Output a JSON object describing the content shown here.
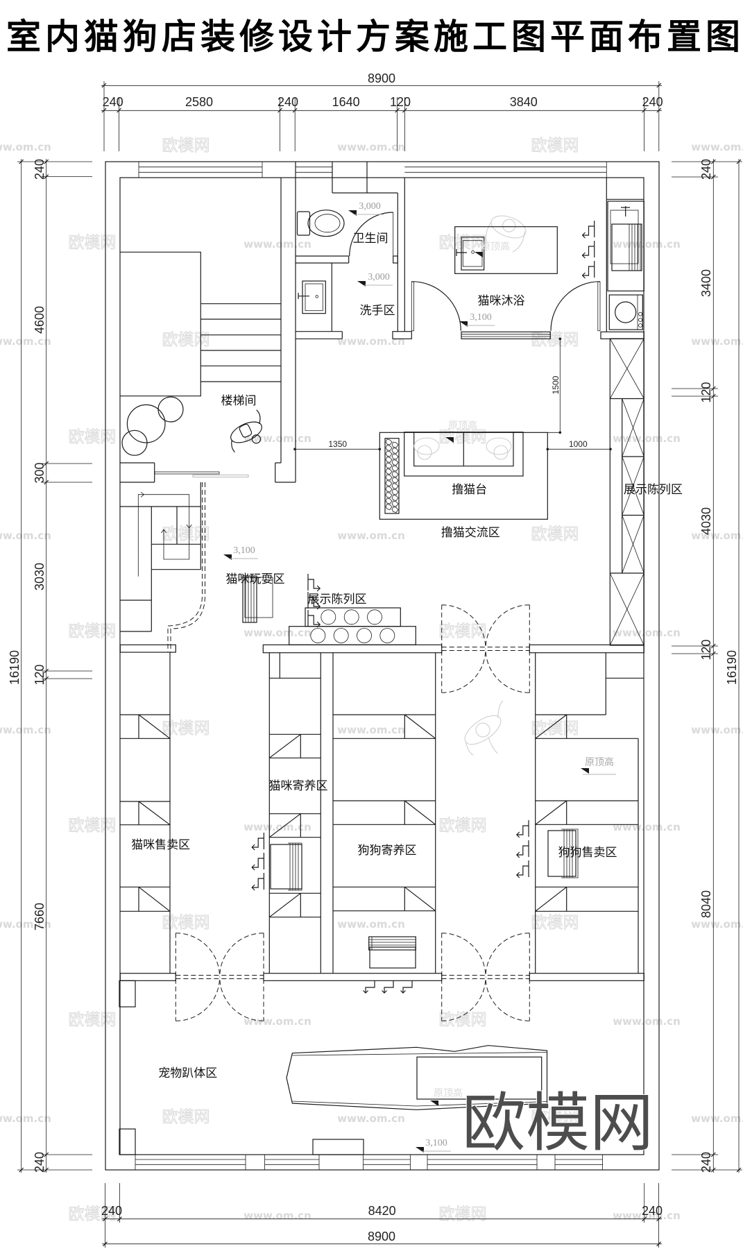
{
  "title": "室内猫狗店装修设计方案施工图平面布置图",
  "dimensions": {
    "top": {
      "overall": "8900",
      "segments": [
        "240",
        "2580",
        "240",
        "1640",
        "120",
        "3840",
        "240"
      ]
    },
    "bottom": {
      "overall": "8900",
      "segments": [
        "240",
        "8420",
        "240"
      ]
    },
    "left": {
      "overall": "16190",
      "segments": [
        "240",
        "4600",
        "300",
        "3030",
        "120",
        "7660",
        "240"
      ]
    },
    "right": {
      "overall": "16190",
      "segments": [
        "240",
        "3400",
        "120",
        "4030",
        "120",
        "8040",
        "240"
      ]
    },
    "interior": {
      "vertical_clearance": "1500",
      "wall_to_table": "1350",
      "table_to_display": "1000"
    }
  },
  "rooms": {
    "bathroom": "卫生间",
    "wash_area": "洗手区",
    "cat_bath": "猫咪沐浴",
    "stairwell": "楼梯间",
    "cat_table": "撸猫台",
    "cat_interaction": "撸猫交流区",
    "display_right": "展示陈列区",
    "cat_play": "猫咪玩耍区",
    "display_center": "展示陈列区",
    "cat_boarding": "猫咪寄养区",
    "cat_sales": "猫咪售卖区",
    "dog_boarding": "狗狗寄养区",
    "dog_sales": "狗狗售卖区",
    "pet_lounge": "宠物趴体区"
  },
  "elevations": {
    "bathroom": "3,000",
    "wash_area": "3,000",
    "cat_bath": "3,100",
    "cat_play": "3,100",
    "pet_lounge": "3,100"
  },
  "ceiling_notes": {
    "sofa": "原顶高",
    "cat_bath": "原顶高",
    "dog_sales": "原顶高",
    "pet_lounge": "原顶高"
  },
  "watermarks": {
    "brand": "欧模网",
    "url": "www.om.cn",
    "large": "欧模网"
  },
  "colors": {
    "line": "#1a1a1a",
    "elevation_text": "#9a9a9a",
    "watermark": "#d9d9d9",
    "watermark_large": "#4d4d4d"
  }
}
